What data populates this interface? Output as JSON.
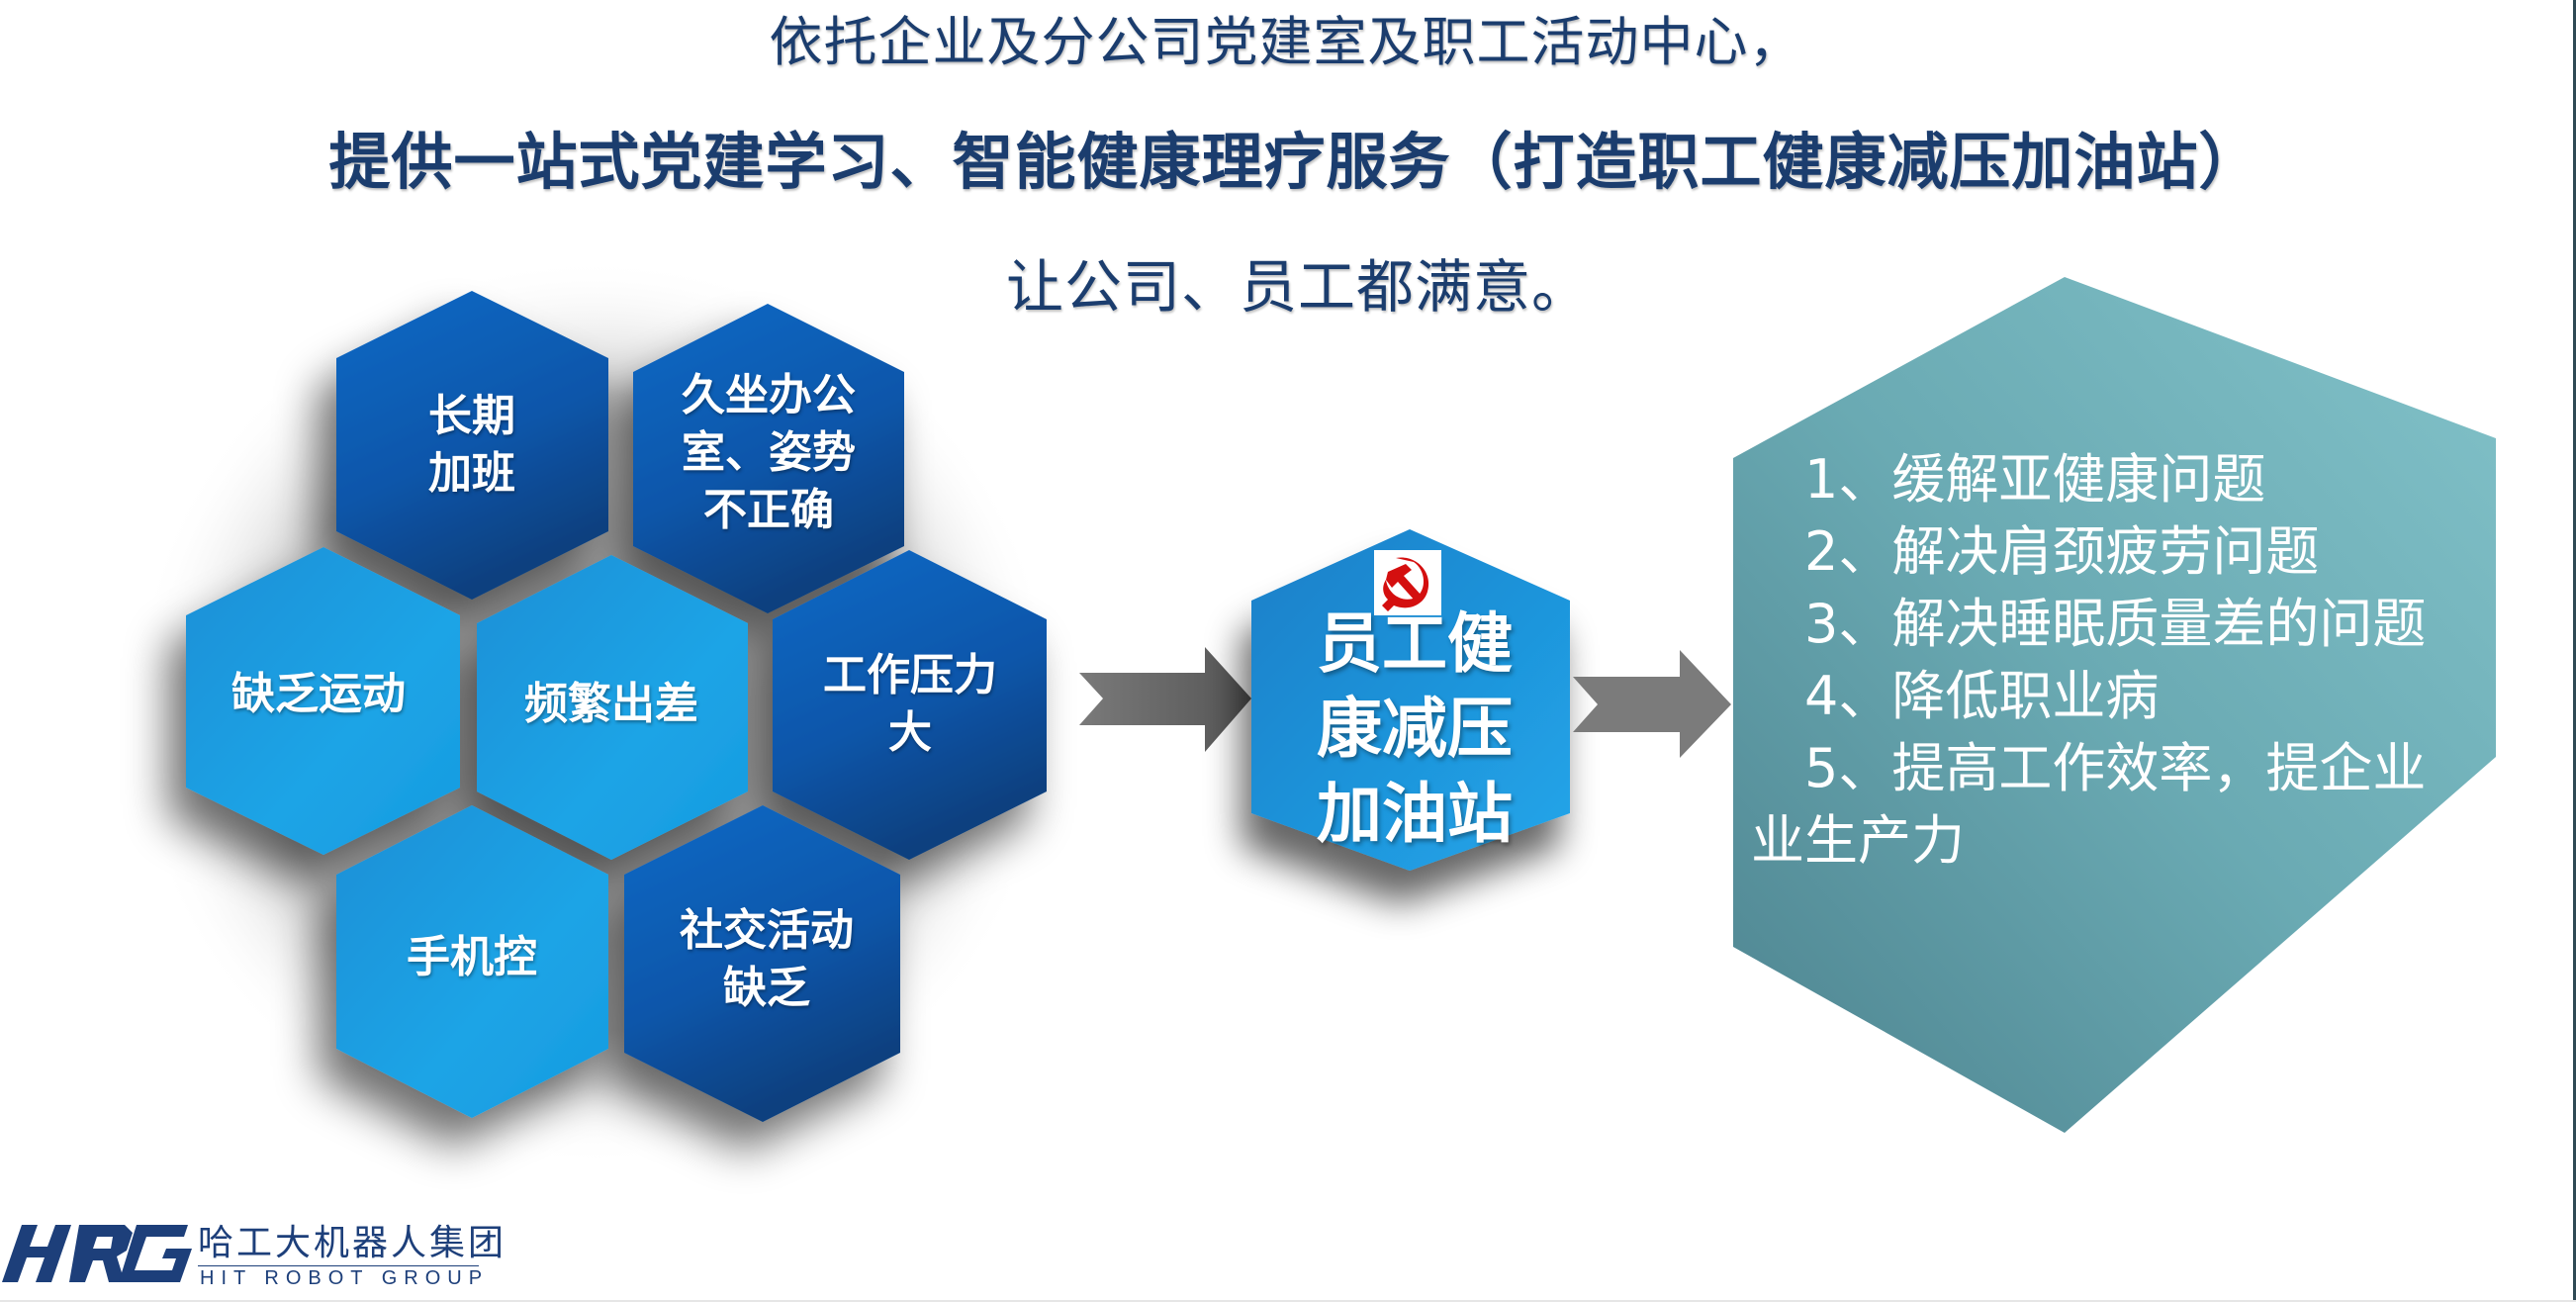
{
  "header": {
    "line1": "依托企业及分公司党建室及职工活动中心，",
    "line2": "提供一站式党建学习、智能健康理疗服务（打造职工健康减压加油站）",
    "line3": "让公司、员工都满意。"
  },
  "problems": {
    "items": [
      {
        "label": "长期\n加班",
        "lines": [
          "长期",
          "加班"
        ],
        "shade": "dark"
      },
      {
        "label": "久坐办公室、姿势不正确",
        "lines": [
          "久坐办公",
          "室、姿势",
          "不正确"
        ],
        "shade": "dark"
      },
      {
        "label": "缺乏运动",
        "lines": [
          "缺乏运动"
        ],
        "shade": "light"
      },
      {
        "label": "频繁出差",
        "lines": [
          "频繁出差"
        ],
        "shade": "light"
      },
      {
        "label": "工作压力大",
        "lines": [
          "工作压力",
          "大"
        ],
        "shade": "dark"
      },
      {
        "label": "手机控",
        "lines": [
          "手机控"
        ],
        "shade": "light"
      },
      {
        "label": "社交活动缺乏",
        "lines": [
          "社交活动",
          "缺乏"
        ],
        "shade": "dark"
      }
    ]
  },
  "center": {
    "icon": "party-emblem-icon",
    "lines": [
      "员工健",
      "康减压",
      "加油站"
    ]
  },
  "benefits": {
    "items": [
      {
        "number": "1、",
        "text": "缓解亚健康问题"
      },
      {
        "number": "2、",
        "text": "解决肩颈疲劳问题"
      },
      {
        "number": "3、",
        "text": "解决睡眠质量差的问题"
      },
      {
        "number": "4、",
        "text": "降低职业病"
      },
      {
        "number": "5、",
        "text": "提高工作效率，提企业业生产力"
      }
    ]
  },
  "footer": {
    "logo_text": "HRG",
    "brand_cn": "哈工大机器人集团",
    "brand_en": "HIT ROBOT GROUP"
  },
  "colors": {
    "title": "#1b3d6e",
    "hex_dark": "#0a58b0",
    "hex_light": "#1d9ee0",
    "center_hex": "#1a8fd6",
    "benefit_hex": "#6aa9b3",
    "arrow": "#6f6f6f",
    "brand": "#1d3f7a"
  }
}
